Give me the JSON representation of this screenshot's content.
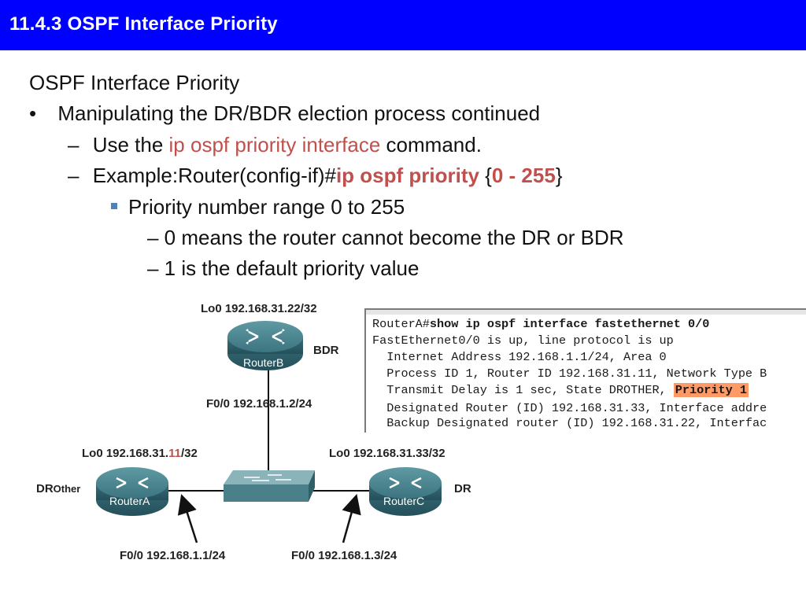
{
  "header": {
    "title": "11.4.3 OSPF Interface Priority"
  },
  "content": {
    "heading": "OSPF Interface Priority",
    "bullet1": "Manipulating the DR/BDR election process continued",
    "dash1_prefix": "Use the ",
    "dash1_highlight": "ip ospf priority interface",
    "dash1_suffix": " command.",
    "dash2_prefix": "Example:Router(config-if)#",
    "dash2_highlight": "ip ospf priority",
    "dash2_brace_open": " {",
    "dash2_range": "0 - 255",
    "dash2_brace_close": "}",
    "sub1": "Priority number range 0 to 255",
    "subsub1": "– 0 means the router cannot become the DR or BDR",
    "subsub2": "– 1 is the default priority value"
  },
  "diagram": {
    "routerB": {
      "name": "RouterB",
      "loopback": "Lo0 192.168.31.22/32",
      "role": "BDR",
      "interface": "F0/0 192.168.1.2/24"
    },
    "routerA": {
      "name": "RouterA",
      "loopback_prefix": "Lo0 192.168.31.",
      "loopback_octet": "11",
      "loopback_suffix": "/32",
      "role_dr": "DR",
      "role_other": "Other",
      "interface": "F0/0 192.168.1.1/24"
    },
    "routerC": {
      "name": "RouterC",
      "loopback": "Lo0 192.168.31.33/32",
      "role": "DR",
      "interface": "F0/0 192.168.1.3/24"
    }
  },
  "terminal": {
    "prompt": "RouterA#",
    "command": "show ip ospf interface fastethernet 0/0",
    "lines": [
      "FastEthernet0/0 is up, line protocol is up",
      "  Internet Address 192.168.1.1/24, Area 0",
      "  Process ID 1, Router ID 192.168.31.11, Network Type B",
      "  Designated Router (ID) 192.168.31.33, Interface addre",
      "  Backup Designated router (ID) 192.168.31.22, Interfac"
    ],
    "transmit_prefix": "  Transmit Delay is 1 sec, State DROTHER, ",
    "priority_highlight": "Priority 1"
  },
  "colors": {
    "title_bar": "#0000ff",
    "accent_red": "#c0504d",
    "bullet_square": "#4f81bd",
    "priority_highlight": "#ff9966"
  }
}
